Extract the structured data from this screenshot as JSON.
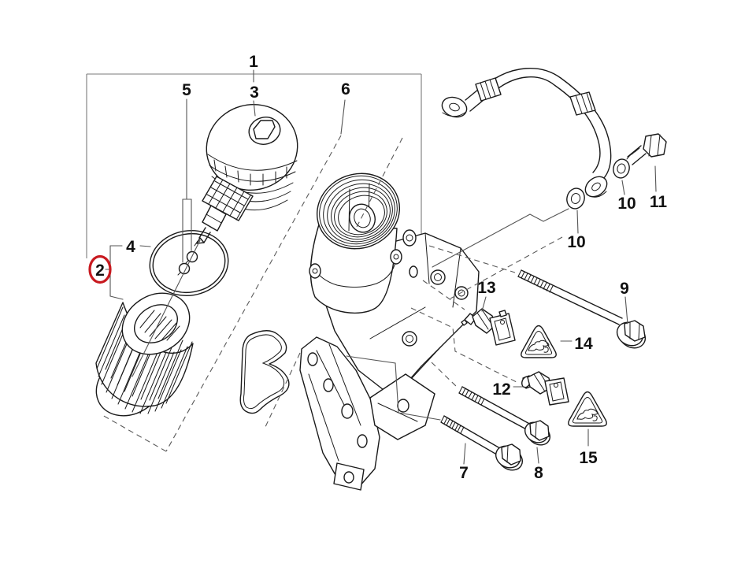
{
  "callouts": {
    "c1": {
      "label": "1"
    },
    "c2": {
      "label": "2"
    },
    "c3": {
      "label": "3"
    },
    "c4": {
      "label": "4"
    },
    "c5": {
      "label": "5"
    },
    "c6": {
      "label": "6"
    },
    "c7": {
      "label": "7"
    },
    "c8": {
      "label": "8"
    },
    "c9": {
      "label": "9"
    },
    "c10a": {
      "label": "10"
    },
    "c10b": {
      "label": "10"
    },
    "c11": {
      "label": "11"
    },
    "c12": {
      "label": "12"
    },
    "c13": {
      "label": "13"
    },
    "c14": {
      "label": "14"
    },
    "c15": {
      "label": "15"
    }
  },
  "highlighted_callout": "2",
  "colors": {
    "highlight": "#c8191f",
    "line": "#1a1a1a",
    "construction": "#7a7a7a",
    "background": "#ffffff"
  }
}
